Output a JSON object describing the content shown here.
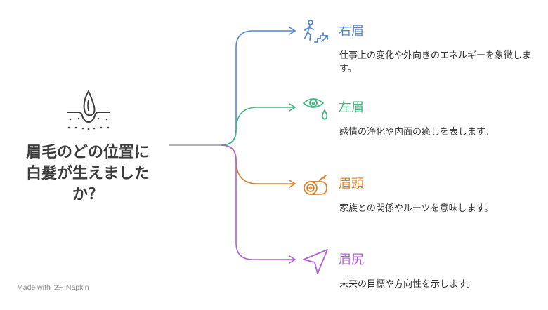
{
  "question": {
    "lines": [
      "眉毛のどの位置に",
      "白髪が生えました",
      "か？"
    ]
  },
  "branches": [
    {
      "title": "右眉",
      "description": "仕事上の変化や外向きのエネルギーを象徴します。",
      "color": "#4f87d8",
      "icon": "stairs-climber-icon"
    },
    {
      "title": "左眉",
      "description": "感情の浄化や内面の癒しを表します。",
      "color": "#3fb67f",
      "icon": "eye-tear-icon"
    },
    {
      "title": "眉頭",
      "description": "家族との関係やルーツを意味します。",
      "color": "#d9842e",
      "icon": "log-rings-icon"
    },
    {
      "title": "眉尻",
      "description": "未来の目標や方向性を示します。",
      "color": "#b160d8",
      "icon": "navigation-arrow-icon"
    }
  ],
  "footer": {
    "text": "Made with",
    "brand": "Napkin"
  }
}
